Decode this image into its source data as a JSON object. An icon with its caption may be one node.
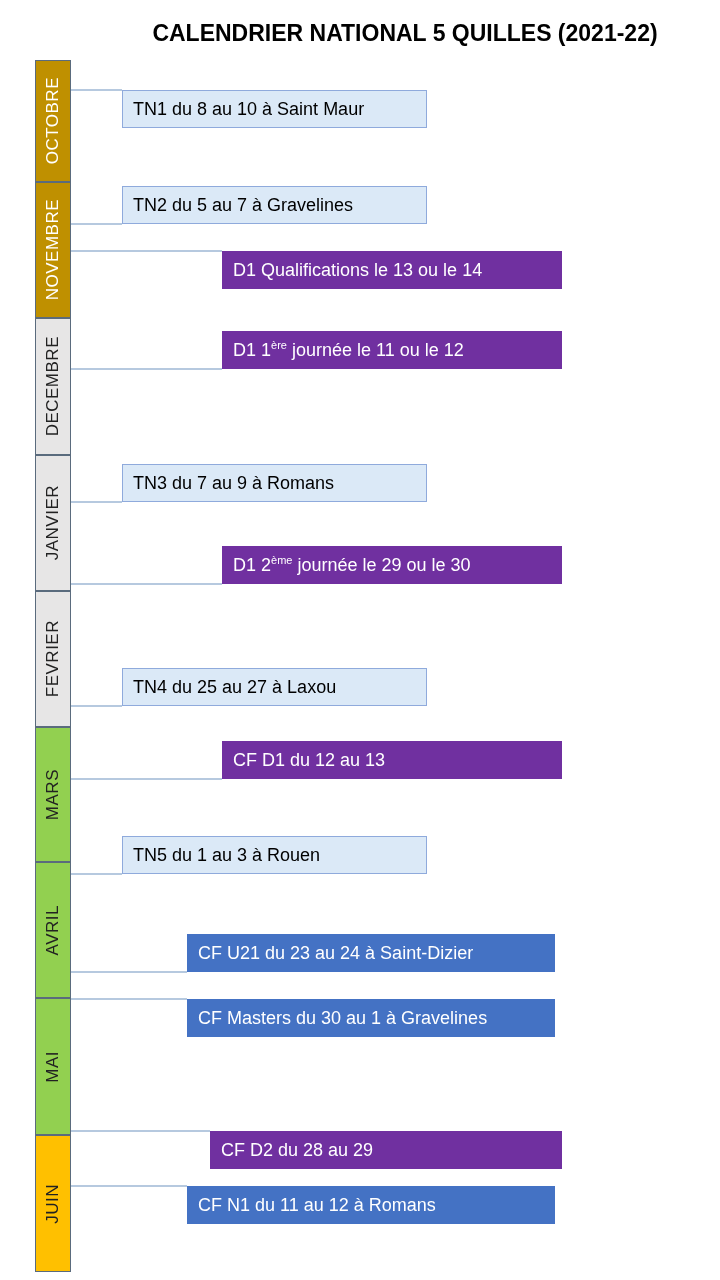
{
  "diagram": {
    "title": "CALENDRIER NATIONAL 5 QUILLES (2021-22)",
    "nodes": [
      {
        "text": [
          "OCTOBRE"
        ]
      },
      {
        "text": [
          "NOVEMBRE"
        ]
      },
      {
        "text": [
          "DECEMBRE"
        ]
      },
      {
        "text": [
          "JANVIER"
        ]
      },
      {
        "text": [
          "FEVRIER"
        ]
      },
      {
        "text": [
          "MARS"
        ]
      },
      {
        "text": [
          "AVRIL"
        ]
      },
      {
        "text": [
          "MAI"
        ]
      },
      {
        "text": [
          "JUIN"
        ]
      },
      {
        "text": [
          "TN1 du 8 au 10 à Saint Maur"
        ]
      },
      {
        "text": [
          "TN2 du 5 au 7 à Gravelines"
        ]
      },
      {
        "text": [
          "D1 Qualifications le 13 ou le 14"
        ]
      },
      {
        "text": [
          "D1 1$^{ère}$ journée le 11 ou le 12"
        ]
      },
      {
        "text": [
          "TN3 du 7 au 9 à Romans"
        ]
      },
      {
        "text": [
          "D1 2$^{ème}$ journée le 29 ou le 30"
        ]
      },
      {
        "text": [
          "TN4 du 25 au 27 à Laxou"
        ]
      },
      {
        "text": [
          "CF D1 du 12 au 13"
        ]
      },
      {
        "text": [
          "TN5 du 1 au 3 à Rouen"
        ]
      },
      {
        "text": [
          "CF U21 du 23 au 24 à Saint-Dizier"
        ]
      },
      {
        "text": [
          "CF Masters du 30 au 1 à Gravelines"
        ]
      },
      {
        "text": [
          "CF D2 du 28 au 29"
        ]
      },
      {
        "text": [
          "CF N1 du 11 au 12 à Romans"
        ]
      }
    ],
    "edges": [
      {
        "from": 0,
        "to": 9,
        "arrow": "none"
      },
      {
        "from": 1,
        "to": 10,
        "arrow": "none"
      },
      {
        "from": 1,
        "to": 11,
        "arrow": "none"
      },
      {
        "from": 2,
        "to": 12,
        "arrow": "none"
      },
      {
        "from": 3,
        "to": 13,
        "arrow": "none"
      },
      {
        "from": 3,
        "to": 14,
        "arrow": "none"
      },
      {
        "from": 4,
        "to": 15,
        "arrow": "none"
      },
      {
        "from": 5,
        "to": 16,
        "arrow": "none"
      },
      {
        "from": 6,
        "to": 17,
        "arrow": "none"
      },
      {
        "from": 6,
        "to": 18,
        "arrow": "none"
      },
      {
        "from": 7,
        "to": 19,
        "arrow": "none"
      },
      {
        "from": 7,
        "to": 20,
        "arrow": "none"
      },
      {
        "from": 8,
        "to": 21,
        "arrow": "none"
      }
    ]
  }
}
